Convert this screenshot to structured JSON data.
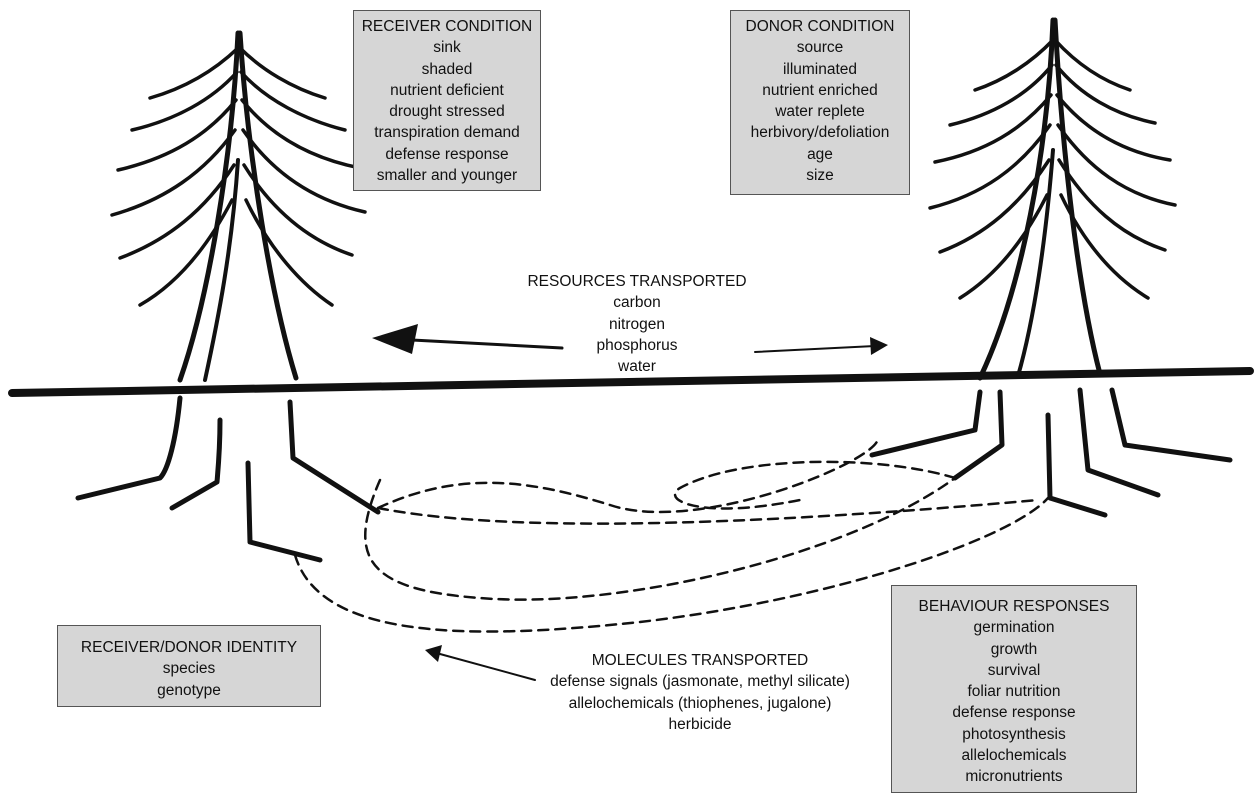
{
  "receiver_condition": {
    "title": "RECEIVER CONDITION",
    "items": [
      "sink",
      "shaded",
      "nutrient deficient",
      "drought stressed",
      "transpiration demand",
      "defense response",
      "smaller and younger"
    ]
  },
  "donor_condition": {
    "title": "DONOR CONDITION",
    "items": [
      "source",
      "illuminated",
      "nutrient enriched",
      "water replete",
      "herbivory/defoliation",
      "age",
      "size"
    ]
  },
  "resources_transported": {
    "title": "RESOURCES TRANSPORTED",
    "items": [
      "carbon",
      "nitrogen",
      "phosphorus",
      "water"
    ]
  },
  "identity": {
    "title": "RECEIVER/DONOR IDENTITY",
    "items": [
      "species",
      "genotype"
    ]
  },
  "molecules_transported": {
    "title": "MOLECULES TRANSPORTED",
    "items": [
      "defense signals (jasmonate, methyl silicate)",
      "allelochemicals (thiophenes, jugalone)",
      "herbicide"
    ]
  },
  "behaviour_responses": {
    "title": "BEHAVIOUR RESPONSES",
    "items": [
      "germination",
      "growth",
      "survival",
      "foliar nutrition",
      "defense response",
      "photosynthesis",
      "allelochemicals",
      "micronutrients"
    ]
  },
  "colors": {
    "box_fill": "#d6d6d6",
    "ink": "#111111"
  }
}
